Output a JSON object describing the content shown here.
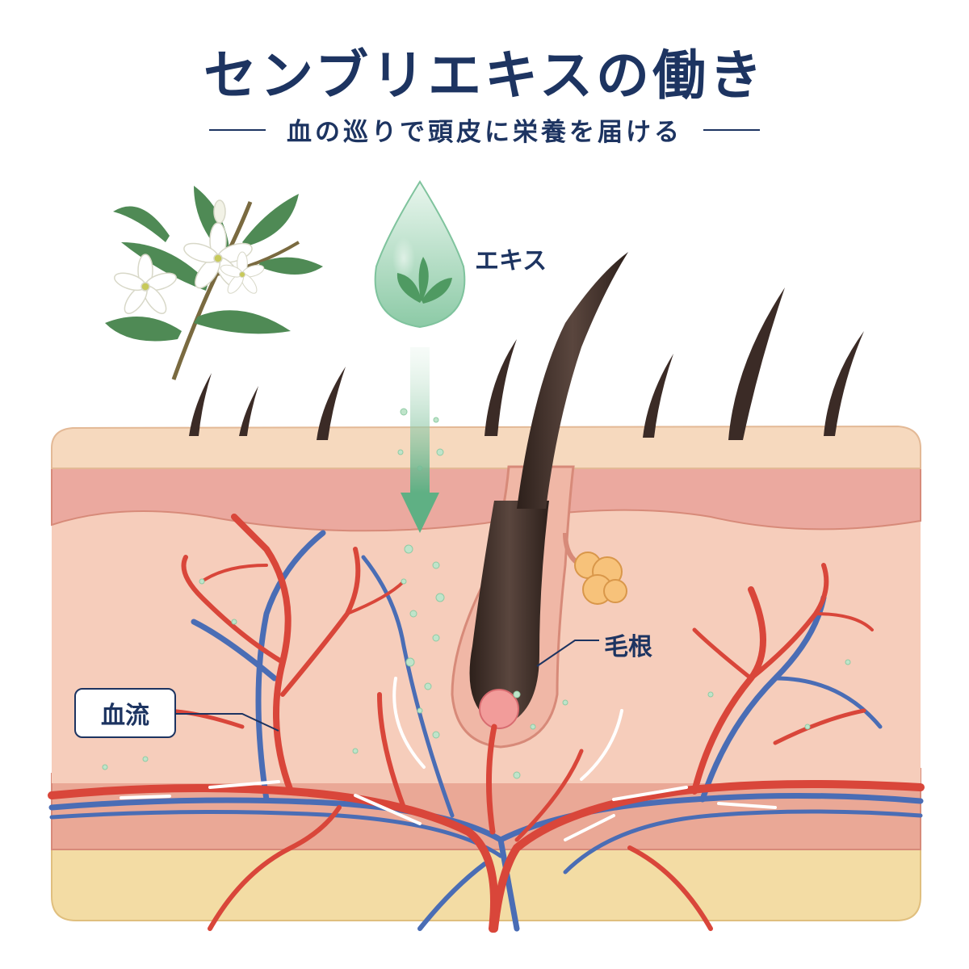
{
  "title": "センブリエキスの働き",
  "subtitle": "血の巡りで頭皮に栄養を届ける",
  "labels": {
    "extract": "エキス",
    "hair_root": "毛根",
    "blood_flow": "血流"
  },
  "colors": {
    "title_navy": "#1d3461",
    "skin_surface": "#f6d9be",
    "epidermis": "#eba99f",
    "dermis": "#f6cdbb",
    "fat_layer": "#f3dca4",
    "artery_red": "#d9463a",
    "vein_blue": "#4a6db5",
    "extract_green": "#7fc39d",
    "hair_brown": "#3b2b26"
  }
}
